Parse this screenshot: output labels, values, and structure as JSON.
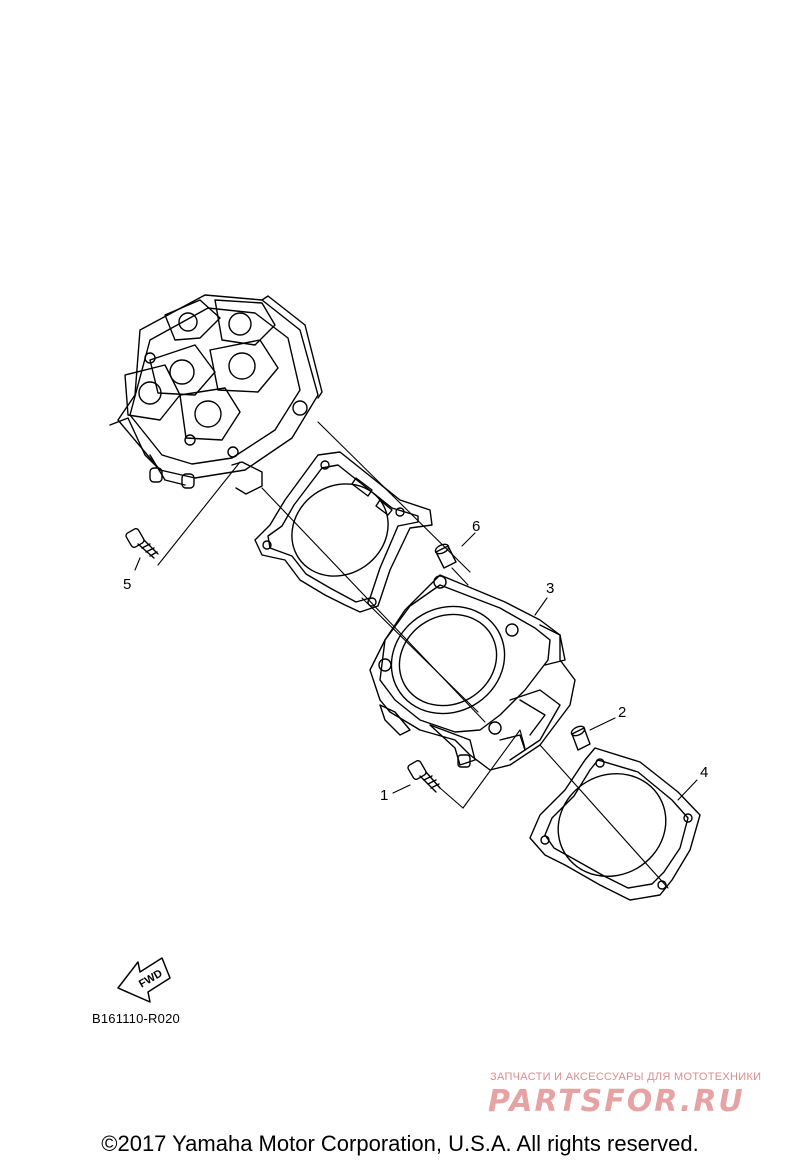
{
  "callouts": [
    "1",
    "2",
    "3",
    "4",
    "5",
    "6"
  ],
  "fwd_label": "FWD",
  "diagram_code": "B161110-R020",
  "watermark": {
    "tagline": "ЗАПЧАСТИ И АКСЕССУАРЫ ДЛЯ МОТОТЕХНИКИ",
    "logo": "PARTSFOR.RU"
  },
  "copyright": "©2017 Yamaha Motor Corporation, U.S.A. All rights reserved."
}
